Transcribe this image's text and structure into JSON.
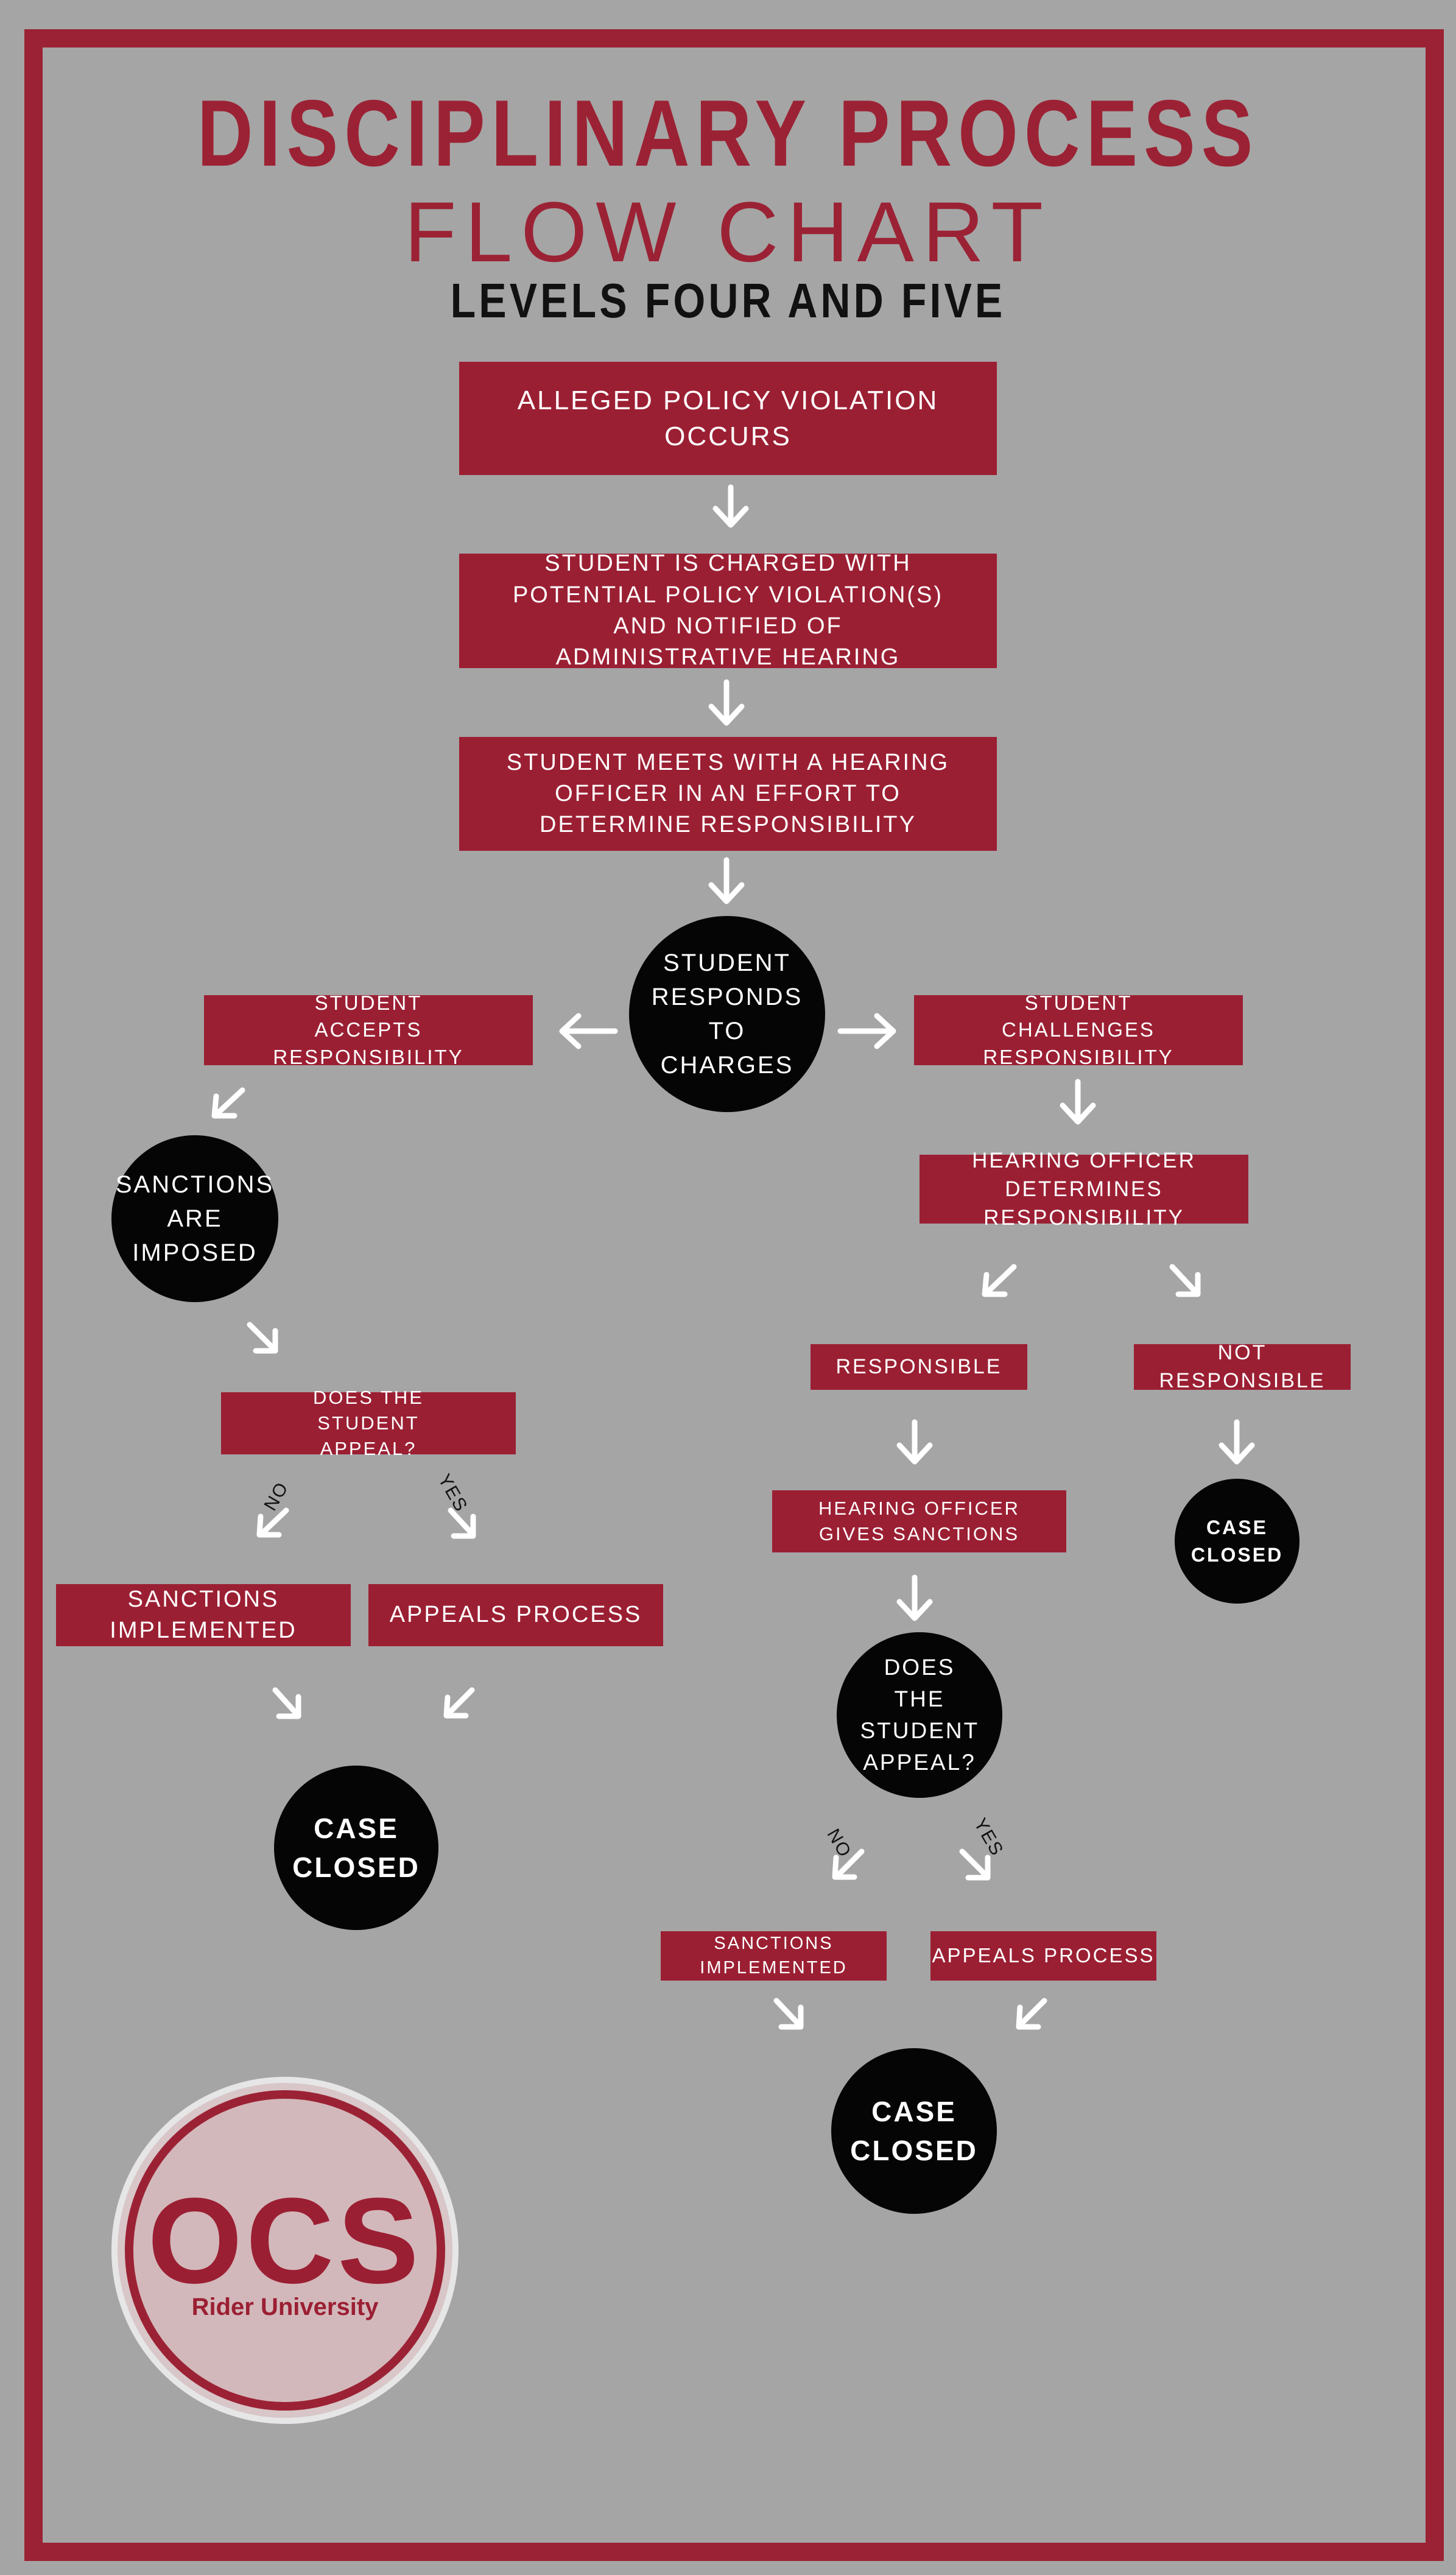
{
  "header": {
    "title_line1": "DISCIPLINARY PROCESS",
    "title_line2": "FLOW CHART",
    "title_line3": "LEVELS FOUR AND FIVE"
  },
  "flow": {
    "alleged": "ALLEGED POLICY VIOLATION OCCURS",
    "charged": "STUDENT IS CHARGED WITH POTENTIAL POLICY VIOLATION(S) AND NOTIFIED OF ADMINISTRATIVE HEARING",
    "meets": "STUDENT MEETS WITH A HEARING OFFICER IN AN EFFORT TO DETERMINE RESPONSIBILITY",
    "responds": "STUDENT RESPONDS TO CHARGES",
    "left": {
      "accepts": "STUDENT ACCEPTS RESPONSIBILITY",
      "sanctions_imposed": "SANCTIONS ARE IMPOSED",
      "appeal_q": "DOES THE STUDENT APPEAL?",
      "no": "NO",
      "yes": "YES",
      "sanctions_implemented": "SANCTIONS IMPLEMENTED",
      "appeals_process": "APPEALS PROCESS",
      "case_closed": "CASE CLOSED"
    },
    "right": {
      "challenges": "STUDENT CHALLENGES RESPONSIBILITY",
      "officer_determines": "HEARING OFFICER DETERMINES RESPONSIBILITY",
      "responsible": "RESPONSIBLE",
      "not_responsible": "NOT RESPONSIBLE",
      "case_closed_small": "CASE CLOSED",
      "gives_sanctions": "HEARING OFFICER GIVES SANCTIONS",
      "appeal_q": "DOES THE STUDENT APPEAL?",
      "no": "NO",
      "yes": "YES",
      "sanctions_implemented": "SANCTIONS IMPLEMENTED",
      "appeals_process": "APPEALS PROCESS",
      "case_closed": "CASE CLOSED"
    }
  },
  "logo": {
    "mark": "OCS",
    "subtitle": "Rider University"
  },
  "colors": {
    "background": "#a5a5a5",
    "accent": "#9b2234",
    "circle": "#050505"
  }
}
